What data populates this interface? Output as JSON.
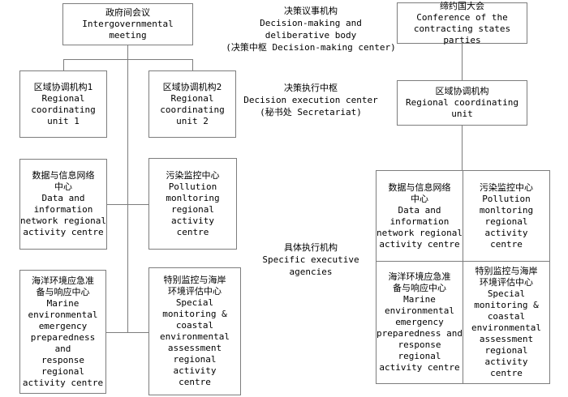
{
  "left_org": {
    "gov_meeting": "政府间会议\nIntergovernmental meeting",
    "rcu1": "区域协调机构1\nRegional\ncoordinating\nunit 1",
    "rcu2": "区域协调机构2\nRegional\ncoordinating\nunit 2",
    "data_centre": "数据与信息网络\n中心\nData and\ninformation\nnetwork regional\nactivity centre",
    "pollution_centre": "污染监控中心\nPollution\nmonltoring\nregional activity\ncentre",
    "marine_centre": "海洋环境应急准\n备与响应中心\nMarine\nenvironmental\nemergency\npreparedness and\nresponse regional\nactivity centre",
    "special_centre": "特别监控与海岸\n环境评估中心\nSpecial\nmonitoring &\ncoastal\nenvironmental\nassessment\nregional activity\ncentre"
  },
  "middle_labels": {
    "decision_body": "决策议事机构\nDecision-making and\ndeliberative body\n(决策中枢 Decision-making center)",
    "execution_center": "决策执行中枢\nDecision execution center\n(秘书处 Secretariat)",
    "executive_agencies": "具体执行机构\nSpecific executive\nagencies"
  },
  "right_org": {
    "conference": "缔约国大会\nConference of the\ncontracting states parties",
    "rcu": "区域协调机构\nRegional coordinating unit",
    "data_centre": "数据与信息网络\n中心\nData and\ninformation\nnetwork regional\nactivity centre",
    "pollution_centre": "污染监控中心\nPollution\nmonltoring\nregional activity\ncentre",
    "marine_centre": "海洋环境应急准\n备与响应中心\nMarine\nenvironmental\nemergency\npreparedness and\nresponse regional\nactivity centre",
    "special_centre": "特别监控与海岸\n环境评估中心\nSpecial\nmonitoring &\ncoastal\nenvironmental\nassessment\nregional activity\ncentre"
  },
  "colors": {
    "border": "#7d7d7d",
    "text": "#000000",
    "background": "#ffffff"
  }
}
